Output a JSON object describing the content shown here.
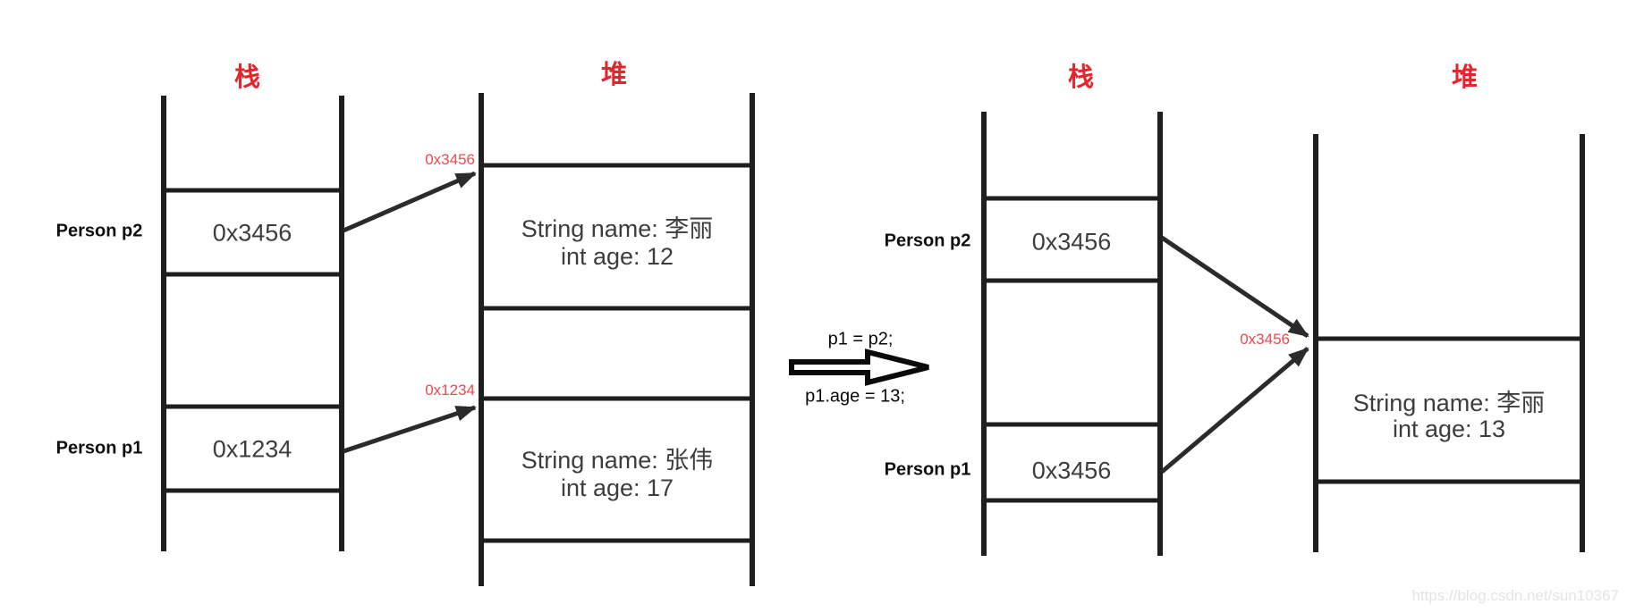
{
  "left_diagram": {
    "stack_label": "栈",
    "heap_label": "堆",
    "stack_rows": [
      {
        "name": "Person p2",
        "value": "0x3456"
      },
      {
        "name": "Person p1",
        "value": "0x1234"
      }
    ],
    "pointer_labels": [
      "0x3456",
      "0x1234"
    ],
    "heap_objects": [
      {
        "line1": "String name: 李丽",
        "line2": "int age: 12"
      },
      {
        "line1": "String name: 张伟",
        "line2": "int age: 17"
      }
    ]
  },
  "transition": {
    "statement_1": "p1 = p2;",
    "statement_2": "p1.age = 13;"
  },
  "right_diagram": {
    "stack_label": "栈",
    "heap_label": "堆",
    "stack_rows": [
      {
        "name": "Person p2",
        "value": "0x3456"
      },
      {
        "name": "Person p1",
        "value": "0x3456"
      }
    ],
    "pointer_labels": [
      "0x3456"
    ],
    "heap_objects": [
      {
        "line1": "String name: 李丽",
        "line2": "int age: 13"
      }
    ]
  },
  "watermark": "https://blog.csdn.net/sun10367",
  "colors": {
    "header_red": "#e5252b",
    "pointer_red": "#f0484d",
    "line_black": "#1f1f1f",
    "arrow_black": "#2b2b2b",
    "text_dark": "#3d3d3d",
    "watermark_gray": "#e4e4e4"
  }
}
